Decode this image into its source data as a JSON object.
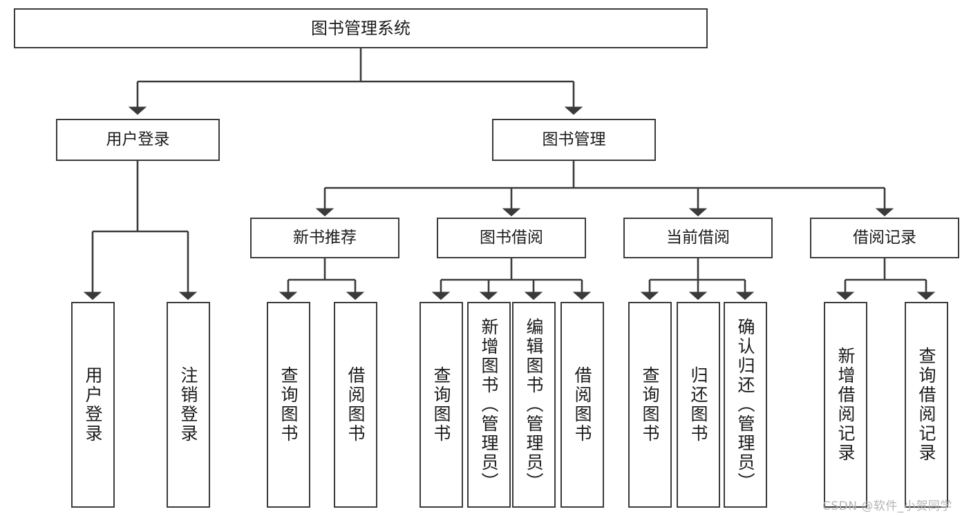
{
  "diagram": {
    "title": "图书管理系统",
    "type": "tree-hierarchy",
    "root": {
      "label": "图书管理系统"
    },
    "level2": [
      {
        "label": "用户登录"
      },
      {
        "label": "图书管理"
      }
    ],
    "level3": [
      {
        "label": "新书推荐"
      },
      {
        "label": "图书借阅"
      },
      {
        "label": "当前借阅"
      },
      {
        "label": "借阅记录"
      }
    ],
    "leaves": {
      "user_login": [
        {
          "label": "用户登录"
        },
        {
          "label": "注销登录"
        }
      ],
      "new_book_recommend": [
        {
          "label": "查询图书"
        },
        {
          "label": "借阅图书"
        }
      ],
      "book_borrow": [
        {
          "label": "查询图书"
        },
        {
          "label": "新增图书（管理员）"
        },
        {
          "label": "编辑图书（管理员）"
        },
        {
          "label": "借阅图书"
        }
      ],
      "current_borrow": [
        {
          "label": "查询图书"
        },
        {
          "label": "归还图书"
        },
        {
          "label": "确认归还（管理员）"
        }
      ],
      "borrow_record": [
        {
          "label": "新增借阅记录"
        },
        {
          "label": "查询借阅记录"
        }
      ]
    }
  },
  "watermark": {
    "text": "CSDN @软件_小贺同学"
  },
  "colors": {
    "stroke": "#3a3a3a",
    "text": "#1b1b1b",
    "background": "#ffffff",
    "watermark": "#b4b4b4"
  }
}
